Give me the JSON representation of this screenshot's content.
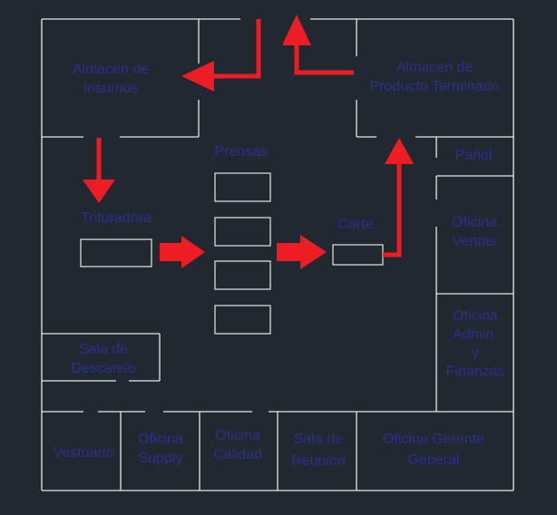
{
  "rooms": {
    "almacen_insumos": [
      "Almacén de",
      "Insumos"
    ],
    "almacen_producto": [
      "Almacen de",
      "Producto Terminado"
    ],
    "prensas": [
      "Prensas"
    ],
    "panol": [
      "Pañol"
    ],
    "trituradora": [
      "Trituradora"
    ],
    "corte": [
      "Corte"
    ],
    "oficina_ventas": [
      "Oficina",
      "Ventas"
    ],
    "oficina_admin": [
      "Oficina",
      "Admin.",
      "y",
      "Finanzas"
    ],
    "sala_descanso": [
      "Sala de",
      "Descanso"
    ],
    "vestuario": [
      "Vestuario"
    ],
    "oficina_supply": [
      "Oficina",
      "Supply"
    ],
    "oficina_calidad": [
      "Oficina",
      "Calidad"
    ],
    "sala_reunion": [
      "Sala de",
      "Reunion"
    ],
    "oficina_gerente": [
      "Oficina Gerente",
      "General"
    ]
  },
  "colors": {
    "background": "#212830",
    "walls": "#e8e8e8",
    "labels": "#2b2f8f",
    "flow_arrows": "#ee1c24"
  }
}
